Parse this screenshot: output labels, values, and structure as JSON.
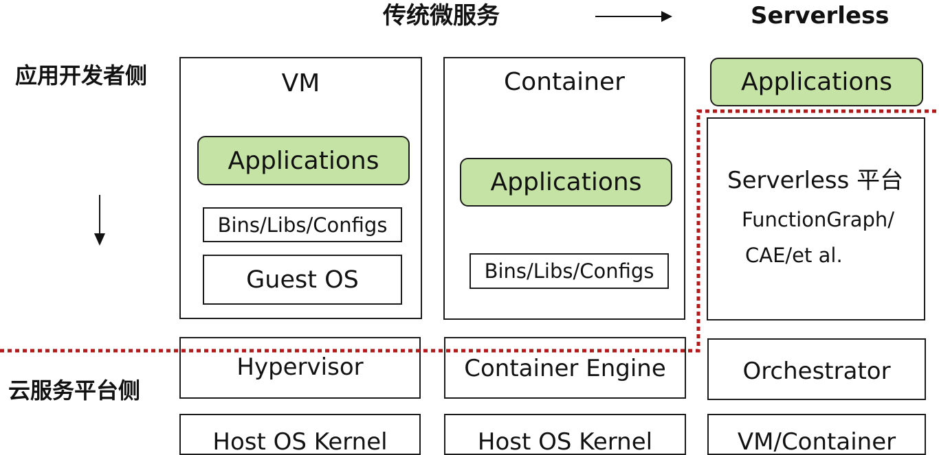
{
  "header": {
    "left": "传统微服务",
    "right": "Serverless"
  },
  "side_labels": {
    "developer": "应用开发者侧",
    "cloud": "云服务平台侧"
  },
  "columns": {
    "vm": {
      "title": "VM",
      "apps": "Applications",
      "bins": "Bins/Libs/Configs",
      "os": "Guest OS",
      "layer1": "Hypervisor",
      "layer2": "Host OS Kernel"
    },
    "container": {
      "title": "Container",
      "apps": "Applications",
      "bins": "Bins/Libs/Configs",
      "layer1": "Container Engine",
      "layer2": "Host OS Kernel"
    },
    "serverless": {
      "apps": "Applications",
      "platform_title": "Serverless 平台",
      "platform_line1": "FunctionGraph/",
      "platform_line2": "CAE/et al.",
      "layer1": "Orchestrator",
      "layer2": "VM/Container"
    }
  },
  "colors": {
    "app_fill": "#c5e3a4",
    "boundary": "#b01a1a",
    "stroke": "#1a1a1a"
  }
}
